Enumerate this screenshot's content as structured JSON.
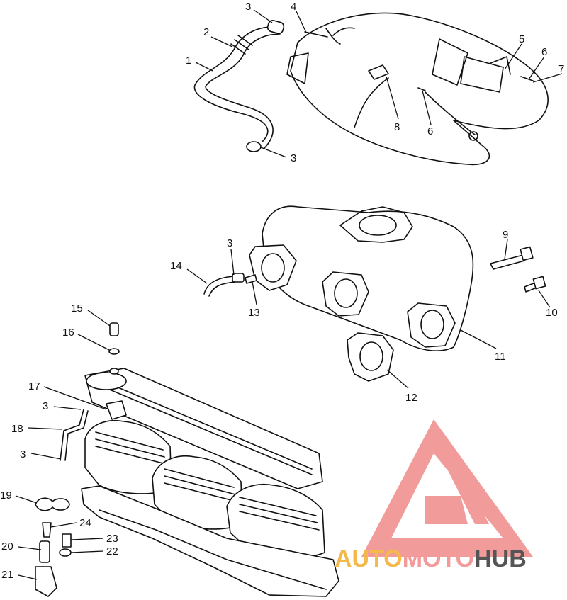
{
  "callouts": [
    {
      "id": "c1",
      "text": "1"
    },
    {
      "id": "c2",
      "text": "2"
    },
    {
      "id": "c3a",
      "text": "3"
    },
    {
      "id": "c4",
      "text": "4"
    },
    {
      "id": "c5",
      "text": "5"
    },
    {
      "id": "c6a",
      "text": "6"
    },
    {
      "id": "c7",
      "text": "7"
    },
    {
      "id": "c8",
      "text": "8"
    },
    {
      "id": "c6b",
      "text": "6"
    },
    {
      "id": "c3b",
      "text": "3"
    },
    {
      "id": "c9",
      "text": "9"
    },
    {
      "id": "c3c",
      "text": "3"
    },
    {
      "id": "c14",
      "text": "14"
    },
    {
      "id": "c13",
      "text": "13"
    },
    {
      "id": "c10",
      "text": "10"
    },
    {
      "id": "c11",
      "text": "11"
    },
    {
      "id": "c12",
      "text": "12"
    },
    {
      "id": "c15",
      "text": "15"
    },
    {
      "id": "c16",
      "text": "16"
    },
    {
      "id": "c17",
      "text": "17"
    },
    {
      "id": "c3d",
      "text": "3"
    },
    {
      "id": "c18",
      "text": "18"
    },
    {
      "id": "c3e",
      "text": "3"
    },
    {
      "id": "c19",
      "text": "19"
    },
    {
      "id": "c24",
      "text": "24"
    },
    {
      "id": "c23",
      "text": "23"
    },
    {
      "id": "c20",
      "text": "20"
    },
    {
      "id": "c22",
      "text": "22"
    },
    {
      "id": "c21",
      "text": "21"
    }
  ],
  "watermark": {
    "word_part1": "AUTO",
    "word_part2": "MOTO",
    "word_part3": "HUB",
    "colors": {
      "logo": "#f08a8a",
      "auto": "#f5b84a",
      "moto": "#f39a9a",
      "hub": "#555555"
    }
  }
}
